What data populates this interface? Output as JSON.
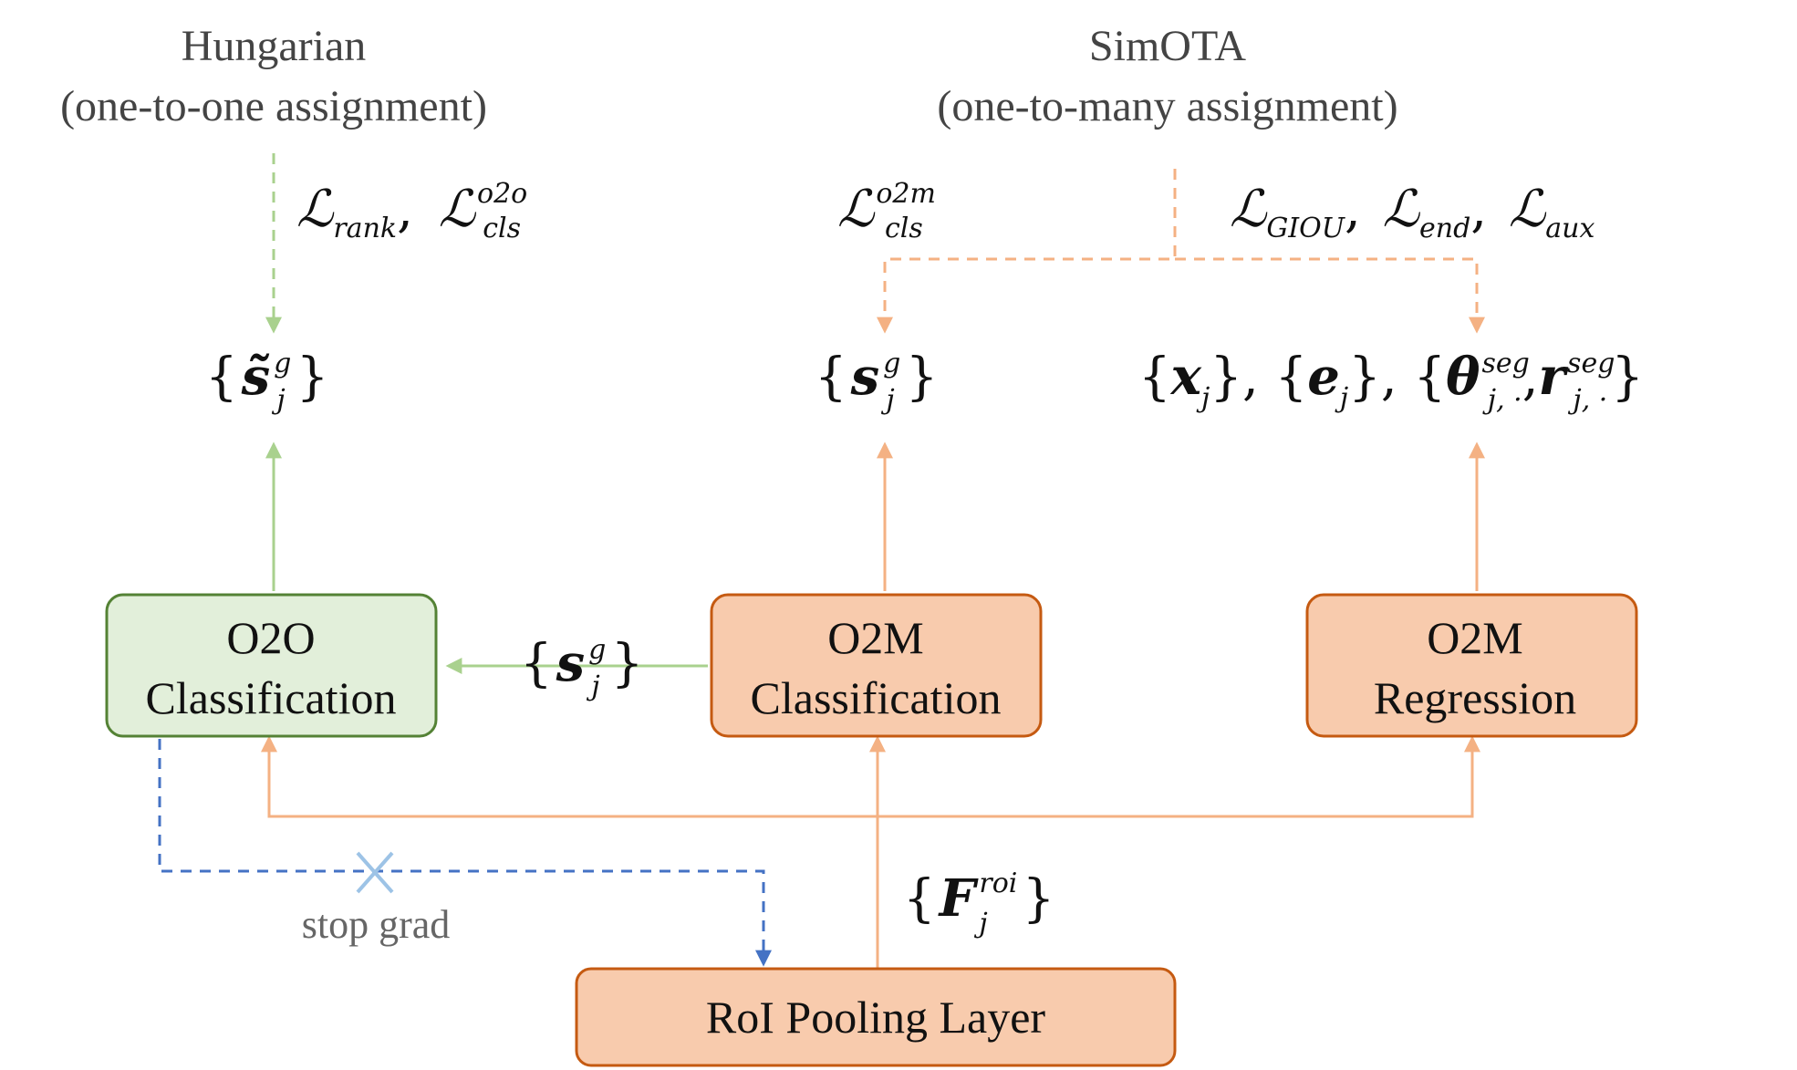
{
  "headers": {
    "hungarian_title": "Hungarian",
    "hungarian_sub": "(one-to-one assignment)",
    "simota_title": "SimOTA",
    "simota_sub": "(one-to-many assignment)"
  },
  "boxes": {
    "o2o_line1": "O2O",
    "o2o_line2": "Classification",
    "o2m_cls_line1": "O2M",
    "o2m_cls_line2": "Classification",
    "o2m_reg_line1": "O2M",
    "o2m_reg_line2": "Regression",
    "roi": "RoI Pooling Layer"
  },
  "losses": {
    "l_script": "ℒ",
    "rank_sub": "rank",
    "cls_sub": "cls",
    "o2o_sup": "o2o",
    "o2m_sup": "o2m",
    "giou_sub": "GIOU",
    "end_sub": "end",
    "aux_sub": "aux"
  },
  "symbols": {
    "s_tilde": "s̃",
    "s": "s",
    "x": "x",
    "e": "e",
    "theta": "θ",
    "r": "r",
    "F": "F",
    "j": "j",
    "g": "g",
    "seg": "seg",
    "roi_sup": "roi",
    "j_dot": "j, ·"
  },
  "labels": {
    "stop_grad": "stop grad"
  },
  "colors": {
    "green_line": "#a9d18e",
    "green_box_fill": "#e2efda",
    "green_box_stroke": "#548235",
    "orange_line": "#f4b183",
    "orange_box_fill": "#f8cbad",
    "orange_box_stroke": "#c55a11",
    "blue_line": "#4472c4",
    "cross": "#9dc3e6"
  }
}
